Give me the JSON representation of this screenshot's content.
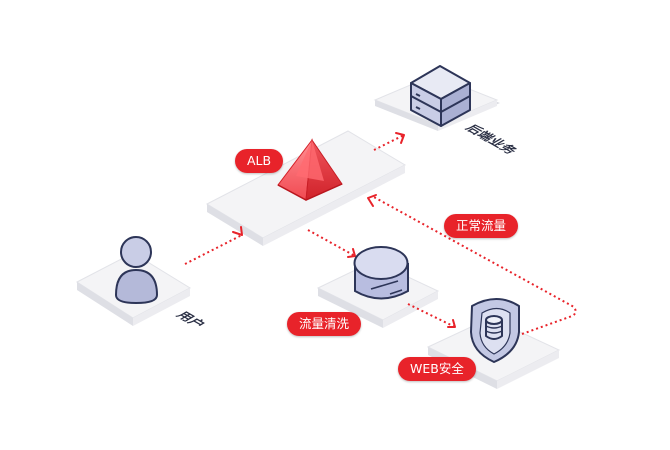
{
  "nodes": {
    "alb": {
      "label": "ALB"
    },
    "backend": {
      "label": "后端业务"
    },
    "user": {
      "label": "用户"
    },
    "scrubbing": {
      "label": "流量清洗"
    },
    "waf": {
      "label": "WEB安全"
    }
  },
  "flows": {
    "normal": {
      "label": "正常流量"
    }
  },
  "colors": {
    "accent": "#e8232a",
    "platform_top": "#f4f4f6",
    "platform_side": "#dcdde3",
    "icon_fill": "#c9cde6",
    "icon_stroke": "#2d3558"
  }
}
